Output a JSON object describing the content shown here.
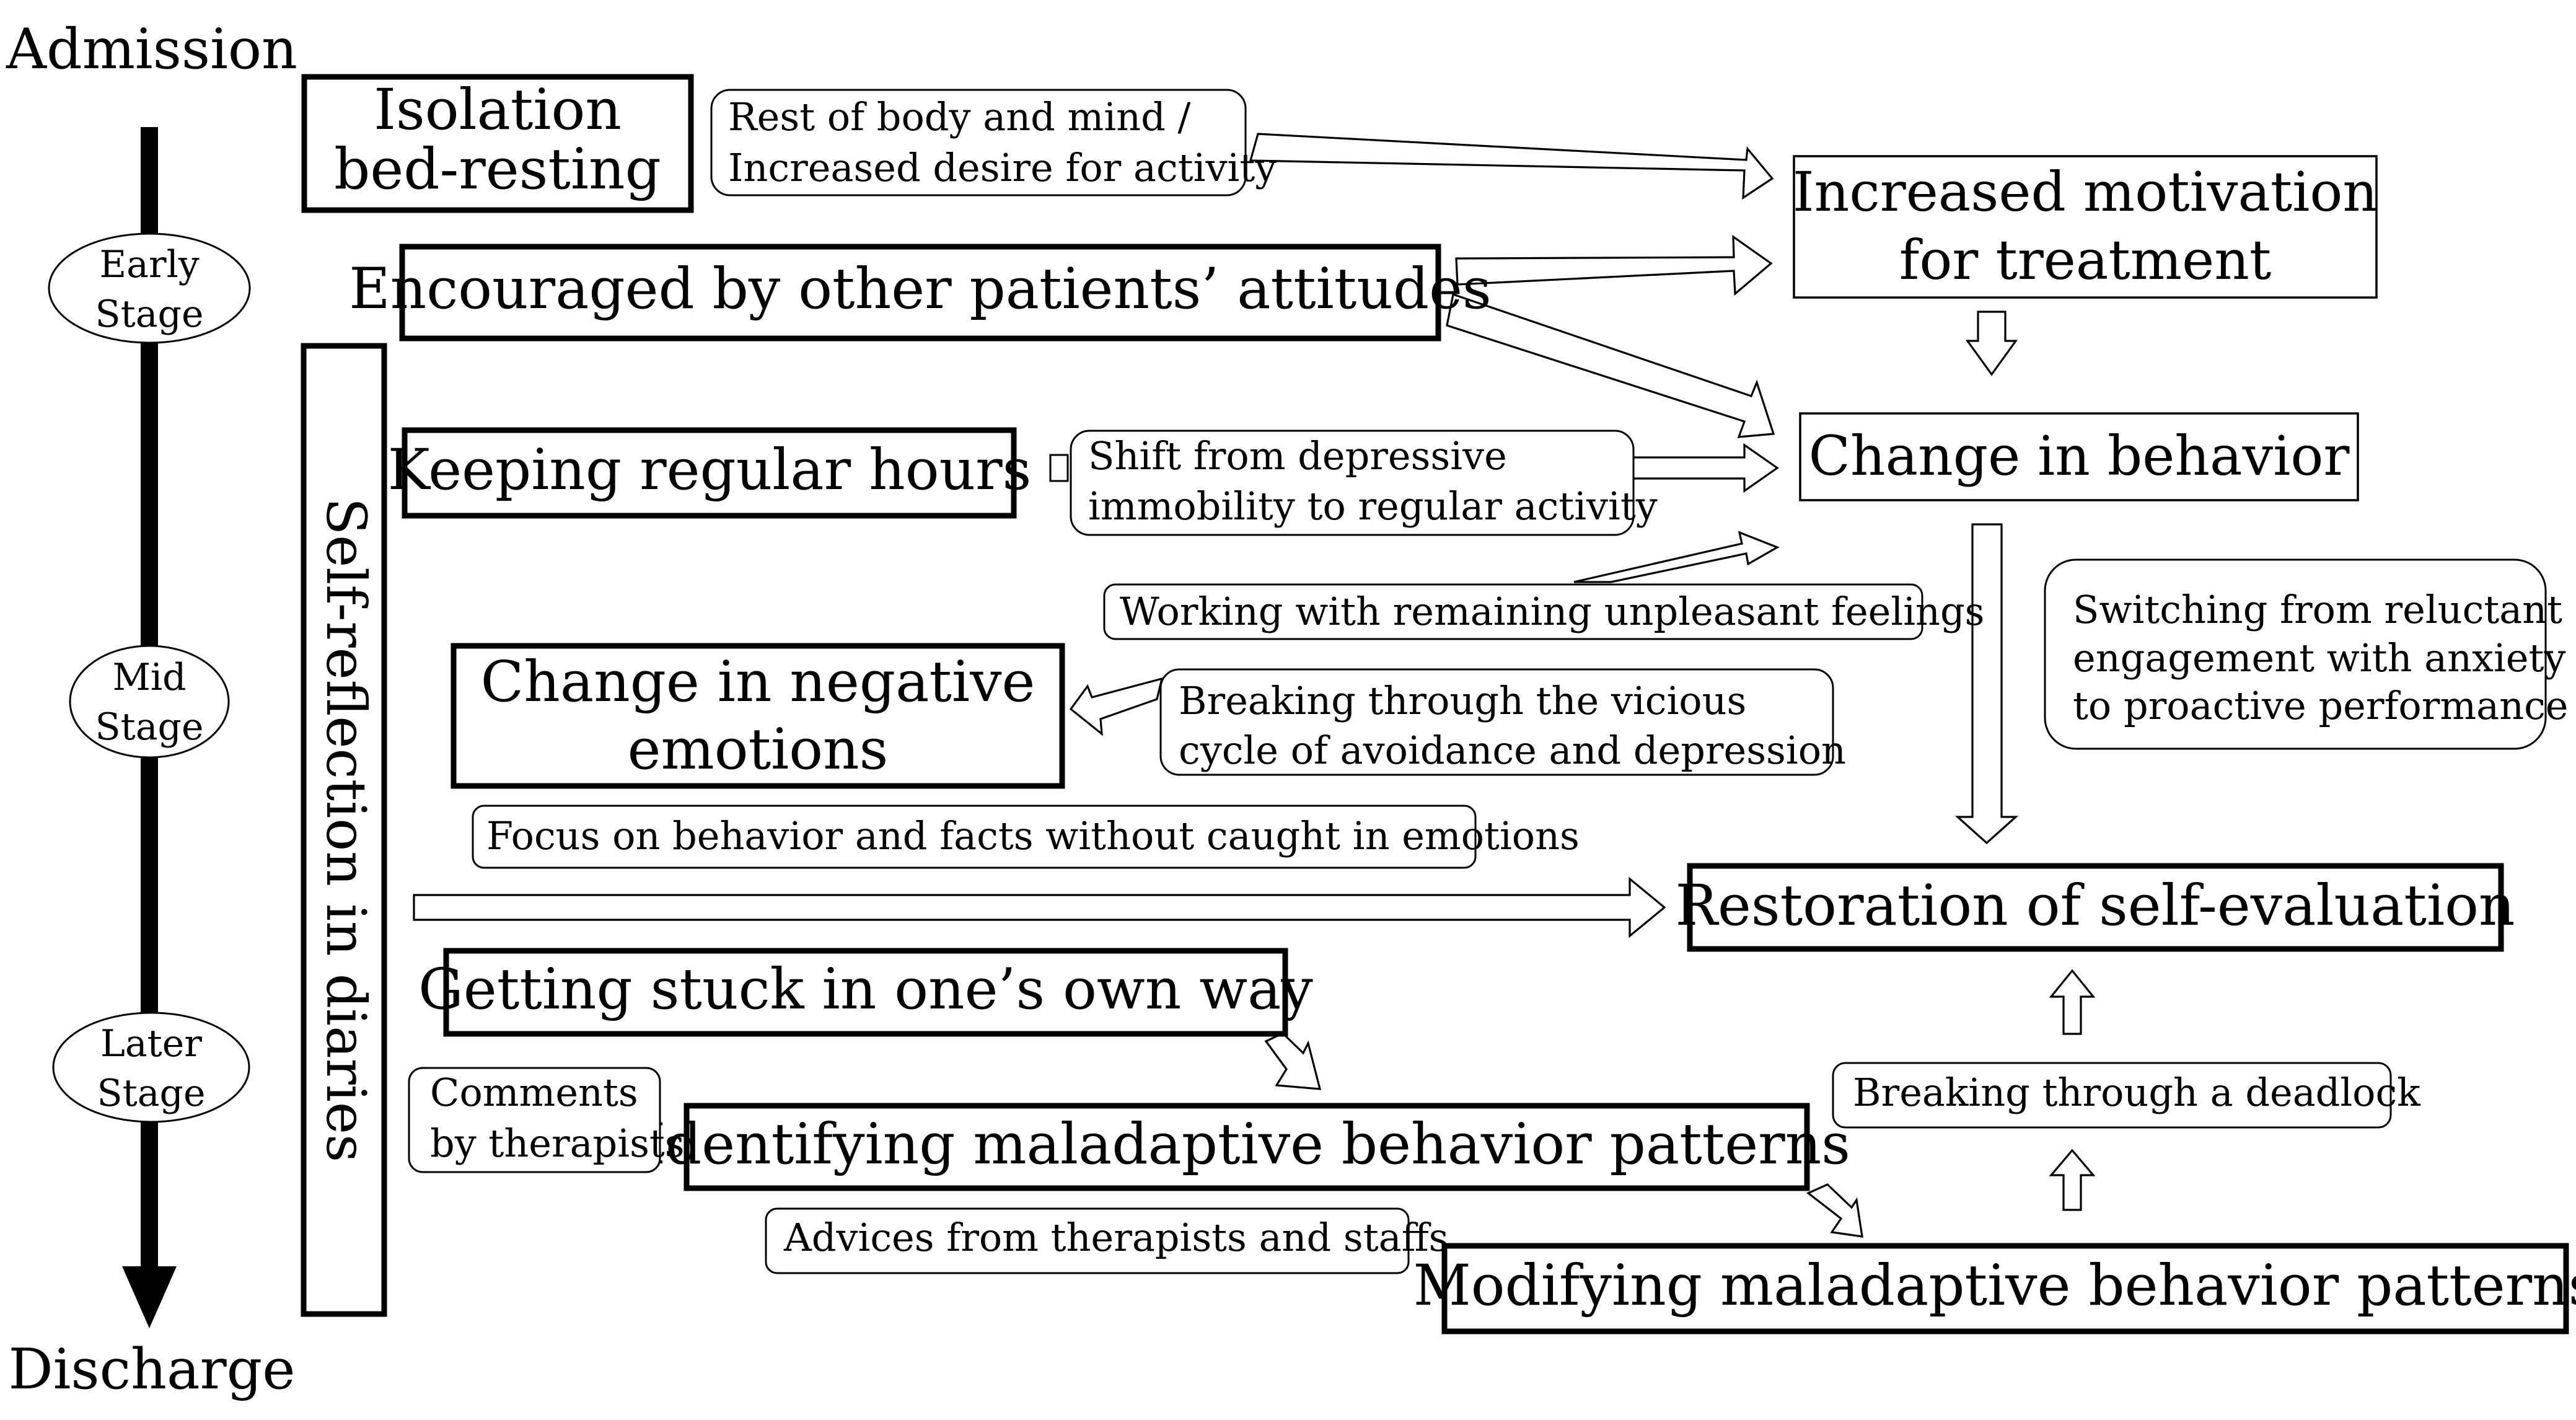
{
  "timeline": {
    "start_label": "Admission",
    "end_label": "Discharge",
    "stages": [
      {
        "line1": "Early",
        "line2": "Stage"
      },
      {
        "line1": "Mid",
        "line2": "Stage"
      },
      {
        "line1": "Later",
        "line2": "Stage"
      }
    ]
  },
  "diary_bar": {
    "label": "Self-reflection in diaries"
  },
  "factors": {
    "isolation": {
      "line1": "Isolation",
      "line2": "bed-resting"
    },
    "encouraged": {
      "label": "Encouraged by other patients’ attitudes"
    },
    "regular_hours": {
      "label": "Keeping  regular hours"
    },
    "negative_emotions": {
      "line1": "Change in negative",
      "line2": "emotions"
    },
    "stuck": {
      "label": "Getting stuck in one’s own way"
    },
    "identifying": {
      "label": "Identifying  maladaptive  behavior  patterns"
    },
    "modifying": {
      "label": "Modifying  maladaptive  behavior  patterns"
    }
  },
  "outcomes": {
    "motivation": {
      "line1": "Increased motivation",
      "line2": "for treatment"
    },
    "behavior_change": {
      "label": "Change in behavior"
    },
    "self_evaluation": {
      "label": "Restoration of self-evaluation"
    }
  },
  "notes": {
    "rest": {
      "line1": "Rest of body and mind /",
      "line2": "Increased desire for activity"
    },
    "shift": {
      "line1": "Shift from depressive",
      "line2": "immobility to regular activity"
    },
    "unpleasant": {
      "label": "Working with remaining unpleasant feelings"
    },
    "vicious_cycle": {
      "line1": "Breaking through the vicious",
      "line2": "cycle of avoidance and depression"
    },
    "focus": {
      "label": "Focus on behavior and facts without caught in emotions"
    },
    "switching": {
      "line1": "Switching from reluctant",
      "line2": "engagement with anxiety",
      "line3": "to proactive performance"
    },
    "comments": {
      "line1": "Comments",
      "line2": "by therapists"
    },
    "advices": {
      "label": "Advices from therapists and staffs"
    },
    "deadlock": {
      "label": "Breaking through a deadlock"
    }
  }
}
